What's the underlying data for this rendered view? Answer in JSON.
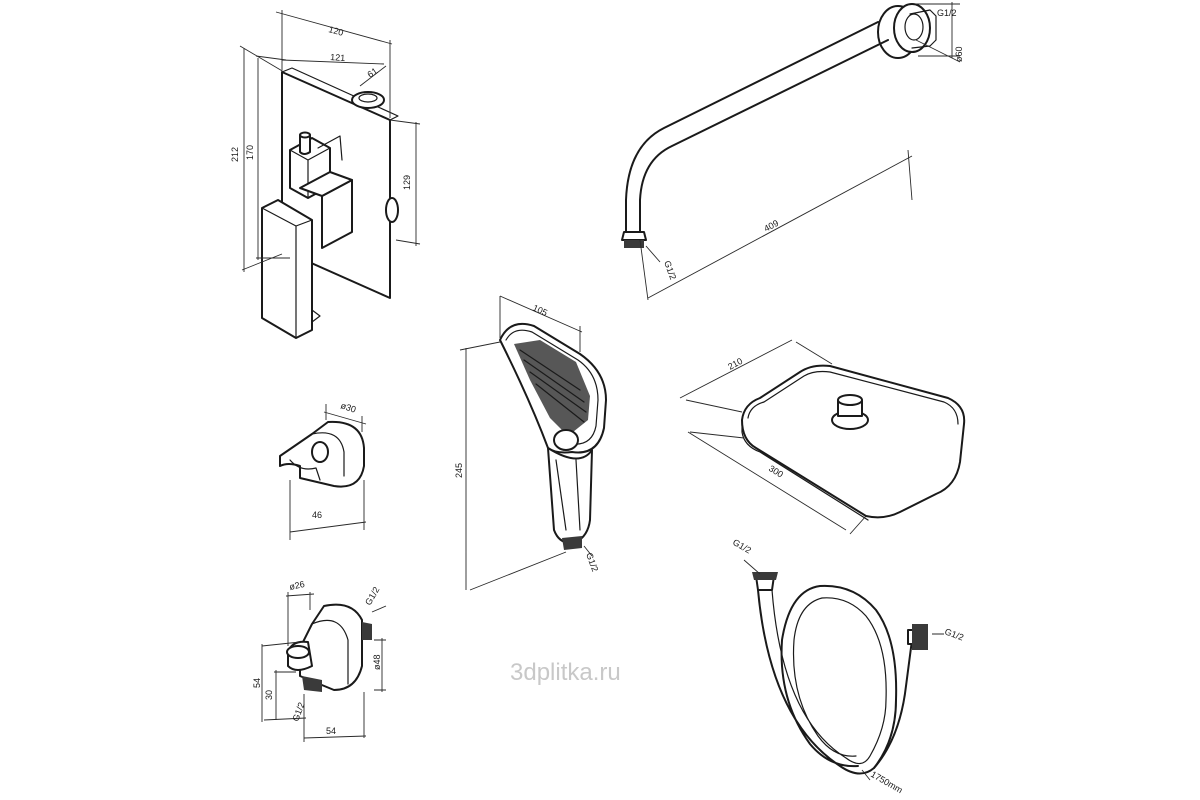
{
  "mixer": {
    "d120": "120",
    "d121": "121",
    "d61": "61",
    "d212": "212",
    "d170": "170",
    "d129": "129"
  },
  "arm": {
    "g_top": "G1/2",
    "d60": "ø60",
    "g_bottom": "G1/2",
    "d409": "409"
  },
  "holder": {
    "d30": "ø30",
    "d46": "46"
  },
  "hand_shower": {
    "d105": "105",
    "d245": "245",
    "g": "G1/2"
  },
  "head": {
    "d210": "210",
    "d300": "300"
  },
  "elbow": {
    "d26": "ø26",
    "g_right": "G1/2",
    "d54v": "54",
    "d30": "30",
    "d48": "ø48",
    "g_bottom": "G1/2",
    "d54h": "54"
  },
  "hose": {
    "g_left": "G1/2",
    "g_right": "G1/2",
    "length": "1750mm"
  },
  "watermark": "3dplitka.ru"
}
